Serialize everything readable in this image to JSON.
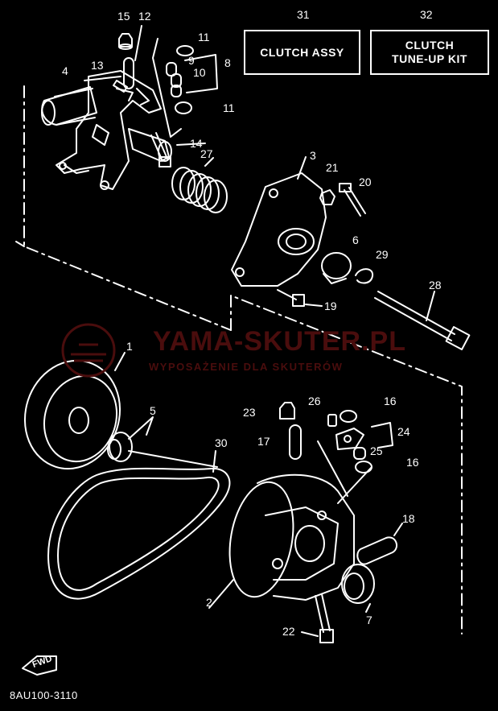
{
  "kits": {
    "clutch_assy": {
      "number": "31",
      "label": "CLUTCH ASSY"
    },
    "tune_up_kit": {
      "number": "32",
      "label": "CLUTCH\nTUNE-UP KIT"
    }
  },
  "callouts": {
    "n15": "15",
    "n12": "12",
    "n11a": "11",
    "n9": "9",
    "n8": "8",
    "n10": "10",
    "n13": "13",
    "n4": "4",
    "n11b": "11",
    "n14": "14",
    "n27": "27",
    "n3": "3",
    "n21": "21",
    "n20": "20",
    "n6": "6",
    "n29": "29",
    "n28": "28",
    "n19": "19",
    "n1": "1",
    "n5": "5",
    "n23": "23",
    "n26": "26",
    "n16a": "16",
    "n24": "24",
    "n17": "17",
    "n25": "25",
    "n16b": "16",
    "n30": "30",
    "n18": "18",
    "n2": "2",
    "n22": "22",
    "n7": "7"
  },
  "watermark": {
    "title": "YAMA-SKUTER.PL",
    "subtitle": "WYPOSAŻENIE DLA SKUTERÓW"
  },
  "fwd_label": "FWD",
  "diagram_code": "8AU100-3110",
  "colors": {
    "background": "#000000",
    "line": "#ffffff",
    "watermark": "#4a0d0d"
  }
}
